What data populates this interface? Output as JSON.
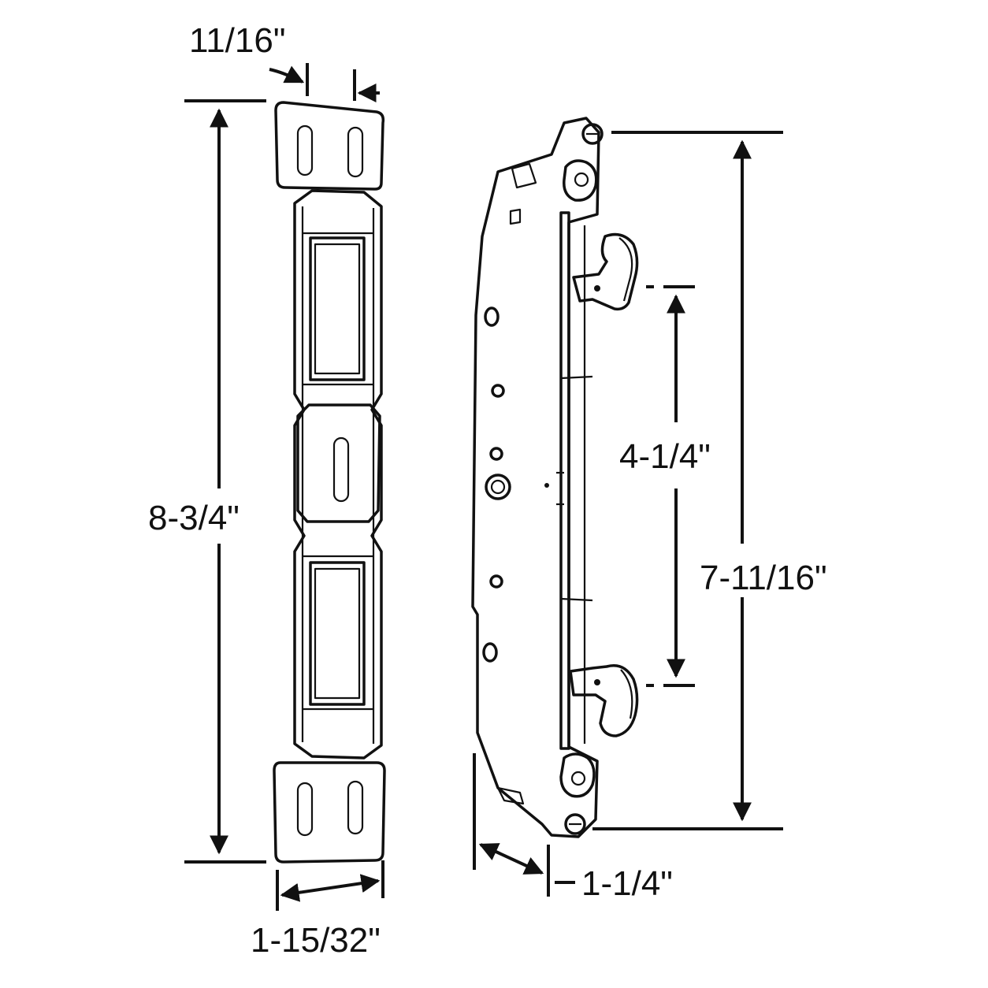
{
  "colors": {
    "ink": "#111111",
    "background": "#ffffff"
  },
  "dimensions": {
    "strike_slot_width": "11/16\"",
    "strike_length": "8-3/4\"",
    "strike_width": "1-15/32\"",
    "hook_spacing": "4-1/4\"",
    "lock_body_length": "7-11/16\"",
    "lock_body_depth": "1-1/4\""
  }
}
